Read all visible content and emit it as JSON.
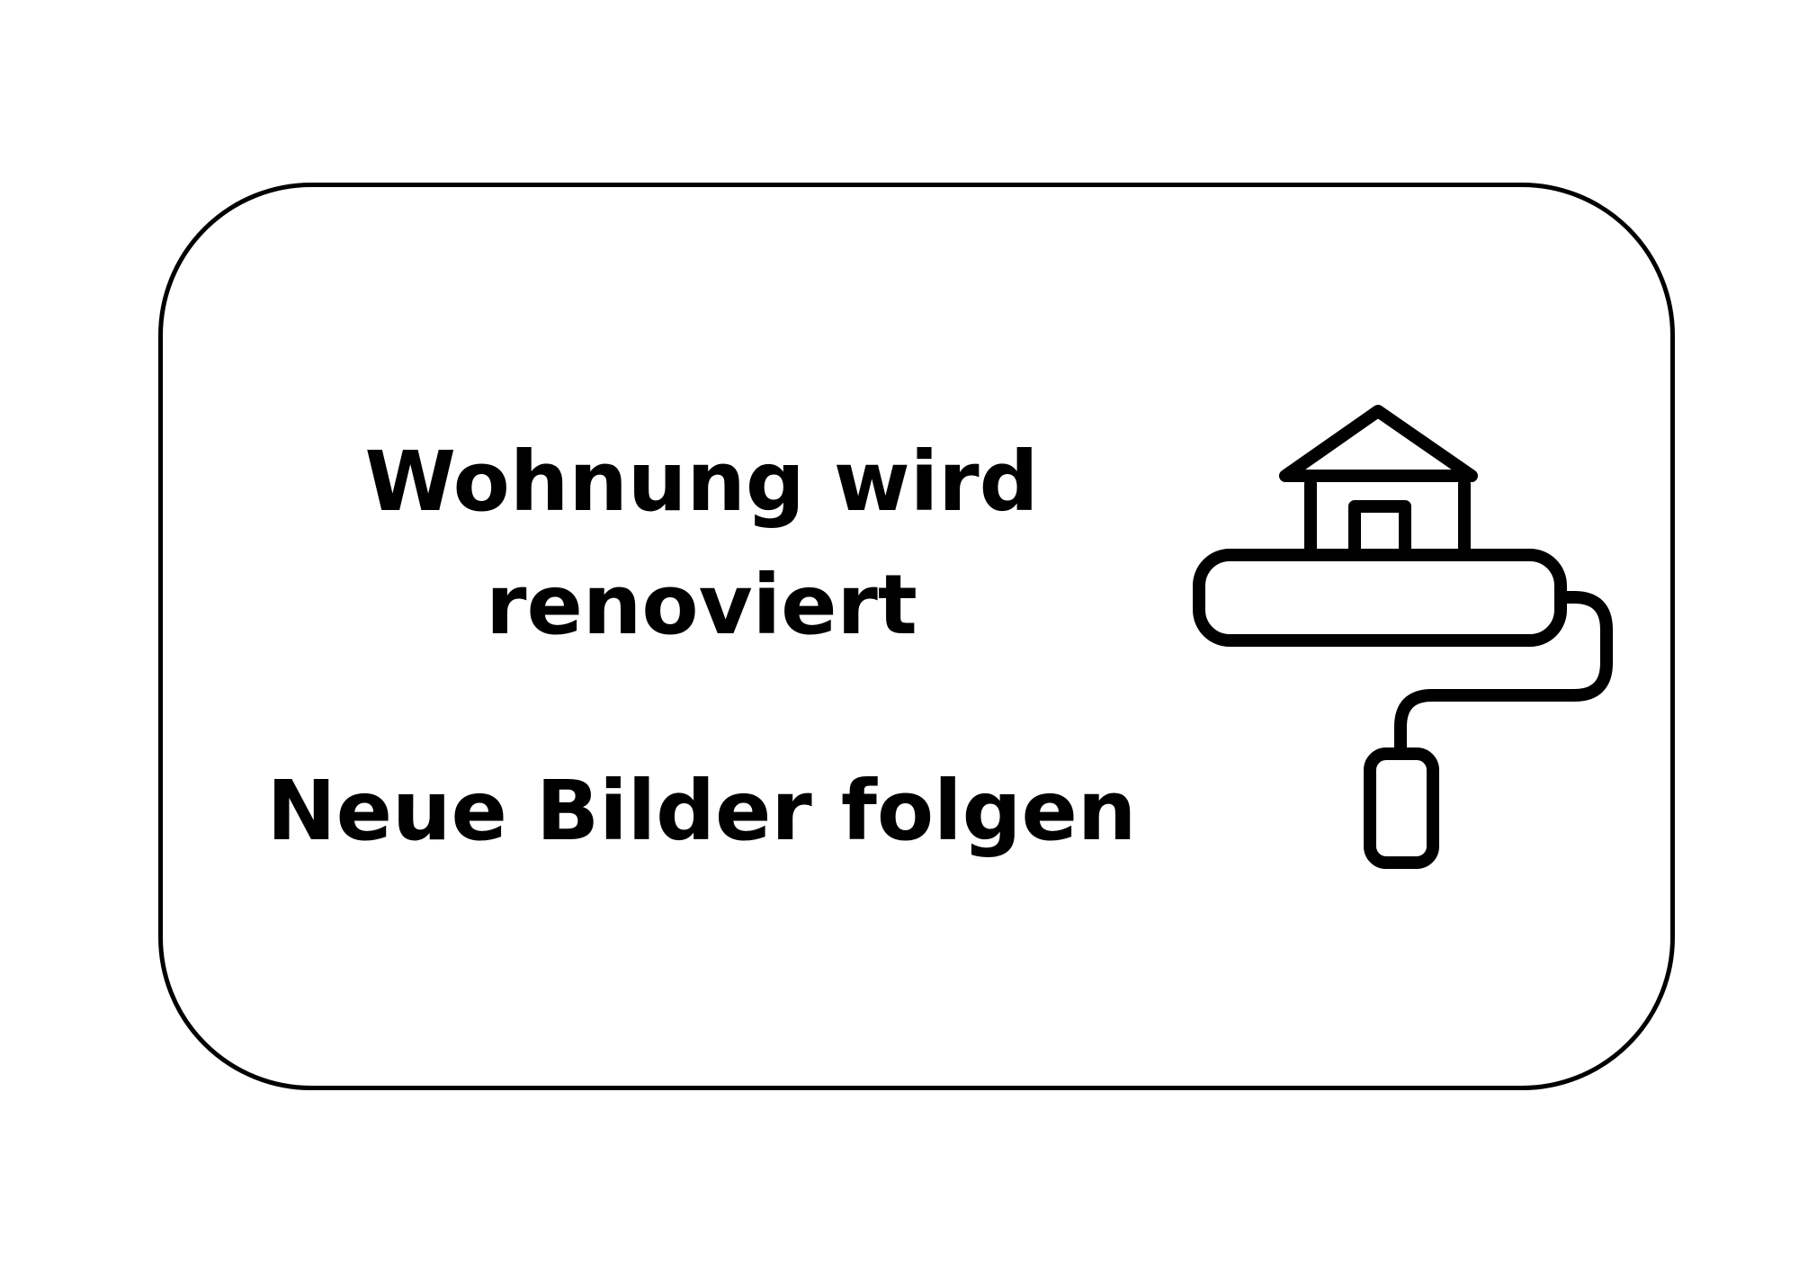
{
  "notice": {
    "line1": "Wohnung wird",
    "line2": "renoviert",
    "line3": "Neue Bilder folgen"
  },
  "icon": {
    "name": "house-paint-roller-icon"
  },
  "colors": {
    "background": "#ffffff",
    "ink": "#000000"
  }
}
